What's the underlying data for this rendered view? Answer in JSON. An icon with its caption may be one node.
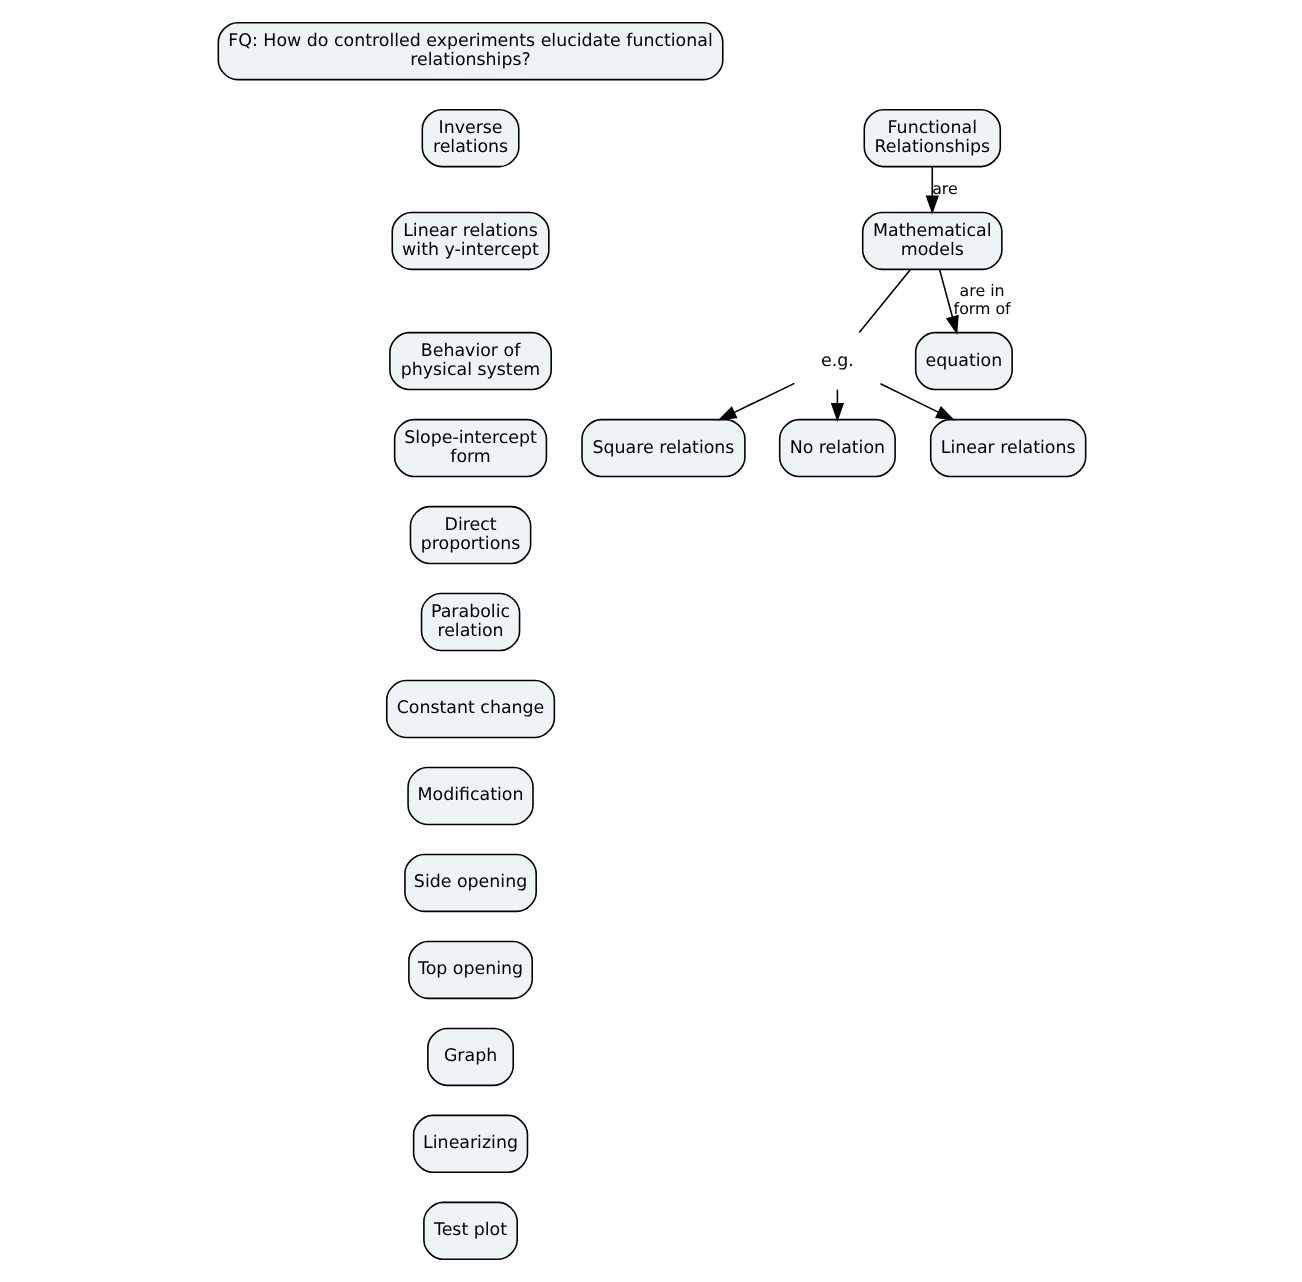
{
  "diagram": {
    "nodes": [
      {
        "text": [
          "FQ: How do controlled experiments elucidate functional relationships?"
        ]
      },
      {
        "text": [
          "Inverse relations"
        ]
      },
      {
        "text": [
          "Linear relations with y-intercept"
        ]
      },
      {
        "text": [
          "Behavior of physical system"
        ]
      },
      {
        "text": [
          "Slope-intercept form"
        ]
      },
      {
        "text": [
          "Direct proportions"
        ]
      },
      {
        "text": [
          "Parabolic relation"
        ]
      },
      {
        "text": [
          "Constant change"
        ]
      },
      {
        "text": [
          "Modification"
        ]
      },
      {
        "text": [
          "Side opening"
        ]
      },
      {
        "text": [
          "Top opening"
        ]
      },
      {
        "text": [
          "Graph"
        ]
      },
      {
        "text": [
          "Linearizing"
        ]
      },
      {
        "text": [
          "Test plot"
        ]
      },
      {
        "text": [
          "Functional Relationships"
        ]
      },
      {
        "text": [
          "Mathematical models"
        ]
      },
      {
        "text": [
          "e.g."
        ]
      },
      {
        "text": [
          "Square relations"
        ]
      },
      {
        "text": [
          "No relation"
        ]
      },
      {
        "text": [
          "Linear relations"
        ]
      },
      {
        "text": [
          "equation"
        ]
      }
    ],
    "edges": [
      {
        "from": 14,
        "to": 15,
        "arrow": "to",
        "label": "are"
      },
      {
        "from": 15,
        "to": 16,
        "arrow": "none"
      },
      {
        "from": 16,
        "to": 17,
        "arrow": "to"
      },
      {
        "from": 16,
        "to": 18,
        "arrow": "to"
      },
      {
        "from": 16,
        "to": 19,
        "arrow": "to"
      },
      {
        "from": 15,
        "to": 20,
        "arrow": "to",
        "label": "are in form of"
      }
    ]
  }
}
